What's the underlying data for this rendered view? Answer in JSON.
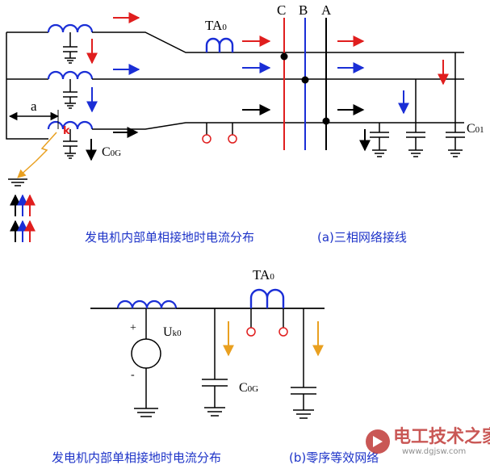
{
  "diagram_a": {
    "phase_labels": {
      "c": "C",
      "b": "B",
      "a": "A"
    },
    "ct_label": {
      "main": "TA",
      "sub": "0"
    },
    "distance_label": "a",
    "fault_label": "k",
    "cap_gen_label": {
      "main": "C",
      "sub": "0G"
    },
    "cap_net_label": {
      "main": "C",
      "sub": "01"
    },
    "caption_left": "发电机内部单相接地时电流分布",
    "caption_right": "(a)三相网络接线"
  },
  "diagram_b": {
    "ct_label": {
      "main": "TA",
      "sub": "0"
    },
    "source_label": {
      "main": "U",
      "sub": "k0"
    },
    "plus_sign": "+",
    "minus_sign": "-",
    "cap_label": {
      "main": "C",
      "sub": "0G"
    },
    "caption_left": "发电机内部单相接地时电流分布",
    "caption_right": "(b)零序等效网络"
  },
  "watermark": {
    "title": "电工技术之家",
    "url": "www.dgjsw.com"
  },
  "colors": {
    "phase_c": "#e01e1e",
    "phase_b": "#1a2ed6",
    "phase_a": "#000000",
    "zero_seq": "#e9a020",
    "caption": "#1d33c8"
  }
}
